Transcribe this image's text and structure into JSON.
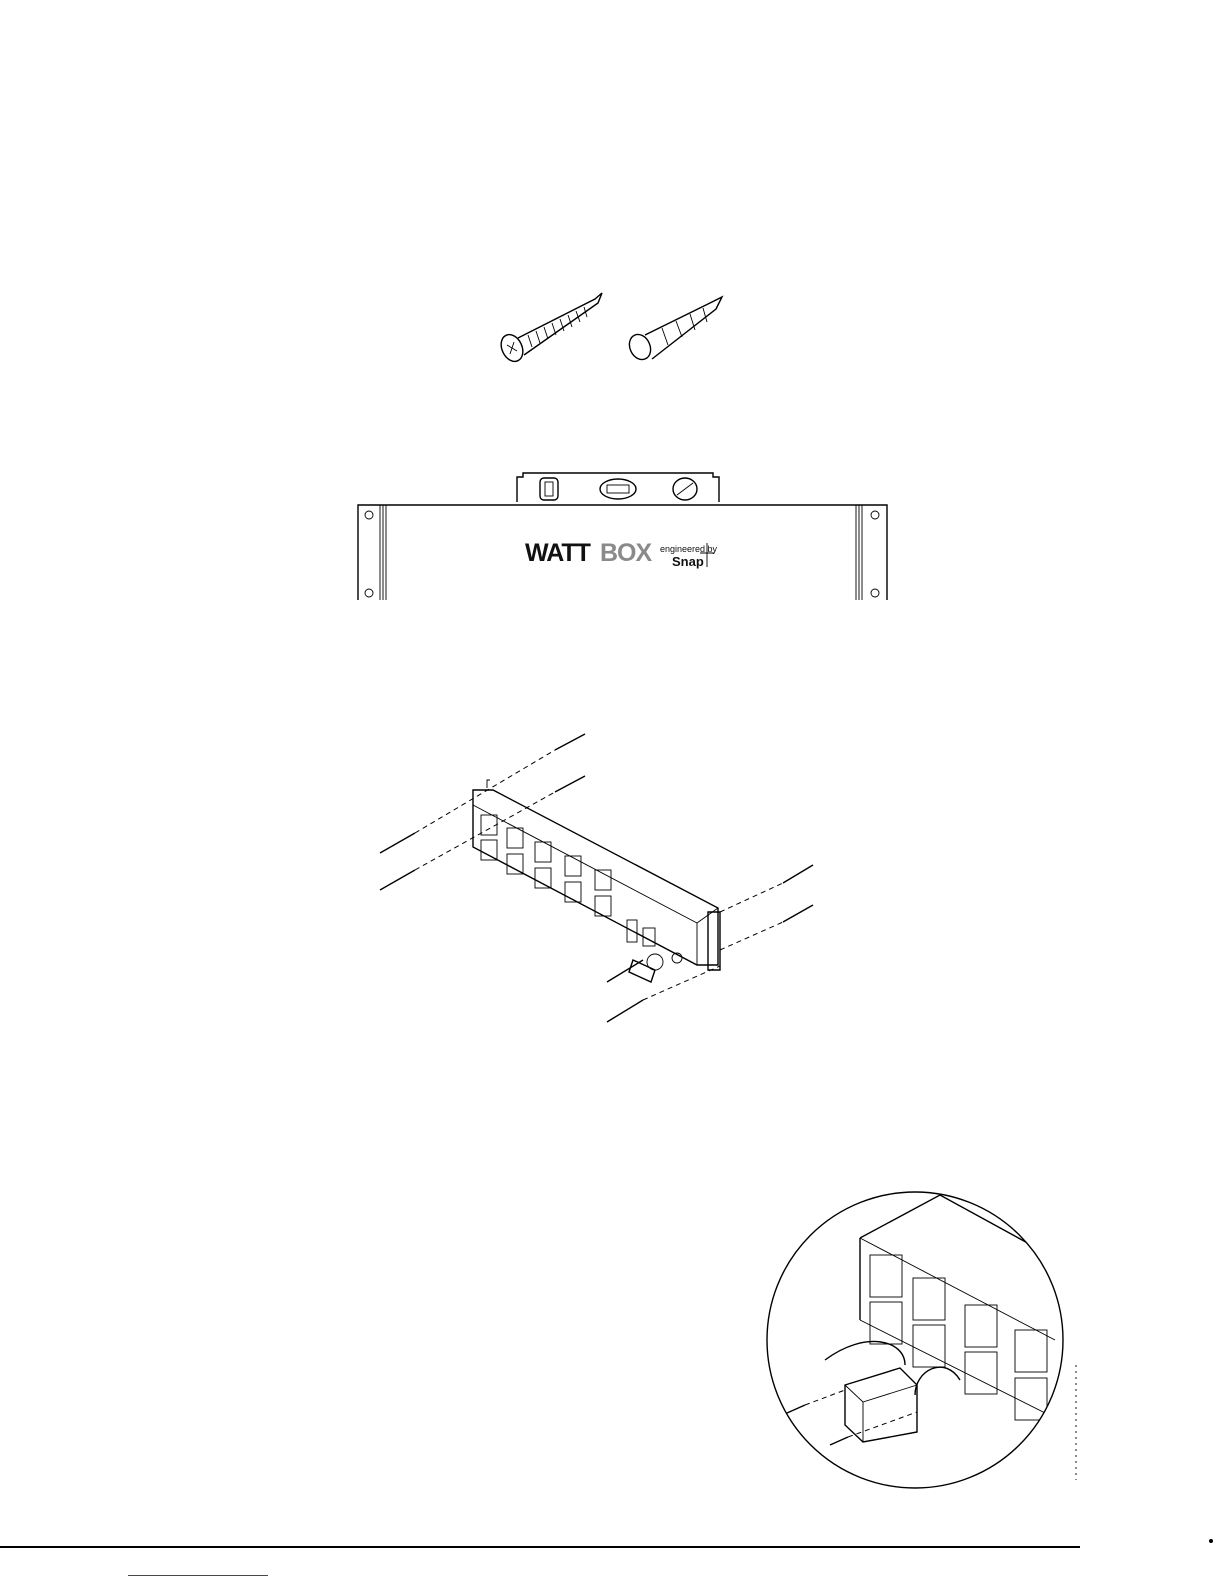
{
  "logo": {
    "brand_part1": "WATT",
    "brand_part2": "BOX",
    "tagline": "engineered by",
    "maker": "Snap"
  },
  "colors": {
    "ink": "#000000",
    "logo_gray": "#8a8a8a",
    "link_blue": "#2a3fcf"
  },
  "icons": [
    "screw-icon",
    "wall-anchor-icon",
    "bubble-level-icon",
    "power-strip-illustration",
    "ac-adapter-icon"
  ]
}
